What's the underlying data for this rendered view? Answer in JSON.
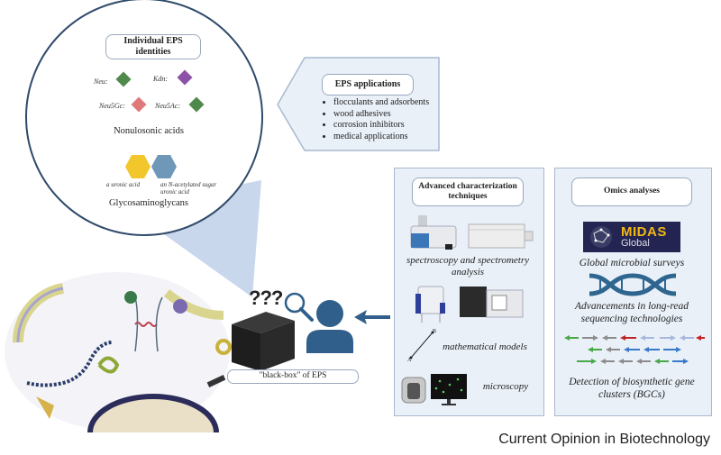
{
  "identities": {
    "title": "Individual EPS identities",
    "nonulosonic": {
      "items": [
        {
          "label": "Neu:",
          "color": "#4f8a4c"
        },
        {
          "label": "Kdn:",
          "color": "#8b52a8"
        },
        {
          "label": "Neu5Gc:",
          "color": "#e07a7a"
        },
        {
          "label": "Neu5Ac:",
          "color": "#4f8a4c"
        }
      ],
      "heading": "Nonulosonic acids"
    },
    "gag": {
      "items": [
        {
          "label": "a uronic acid",
          "color": "#f2c72c"
        },
        {
          "label": "an N-acetylated sugar uronic acid",
          "color": "#6f97b8"
        }
      ],
      "heading": "Glycosaminoglycans"
    }
  },
  "applications": {
    "title": "EPS applications",
    "items": [
      "flocculants and adsorbents",
      "wood adhesives",
      "corrosion inhibitors",
      "medical applications"
    ]
  },
  "blackbox": {
    "question_marks": "???",
    "label": "\"black-box\" of EPS"
  },
  "characterization": {
    "title": "Advanced characterization techniques",
    "captions": [
      "spectroscopy and spectrometry analysis",
      "mathematical models",
      "microscopy"
    ],
    "model_points": [
      "A",
      "B"
    ]
  },
  "omics": {
    "title": "Omics analyses",
    "logo": {
      "name": "MIDAS",
      "sub": "Global"
    },
    "captions": [
      "Global microbial surveys",
      "Advancements in long-read sequencing technologies",
      "Detection of biosynthetic gene clusters (BGCs)"
    ]
  },
  "colors": {
    "accent_blue": "#2f5f8a",
    "panel_bg": "#e9f0f8",
    "callout": "#c3d3ea"
  },
  "footer": "Current Opinion in Biotechnology"
}
